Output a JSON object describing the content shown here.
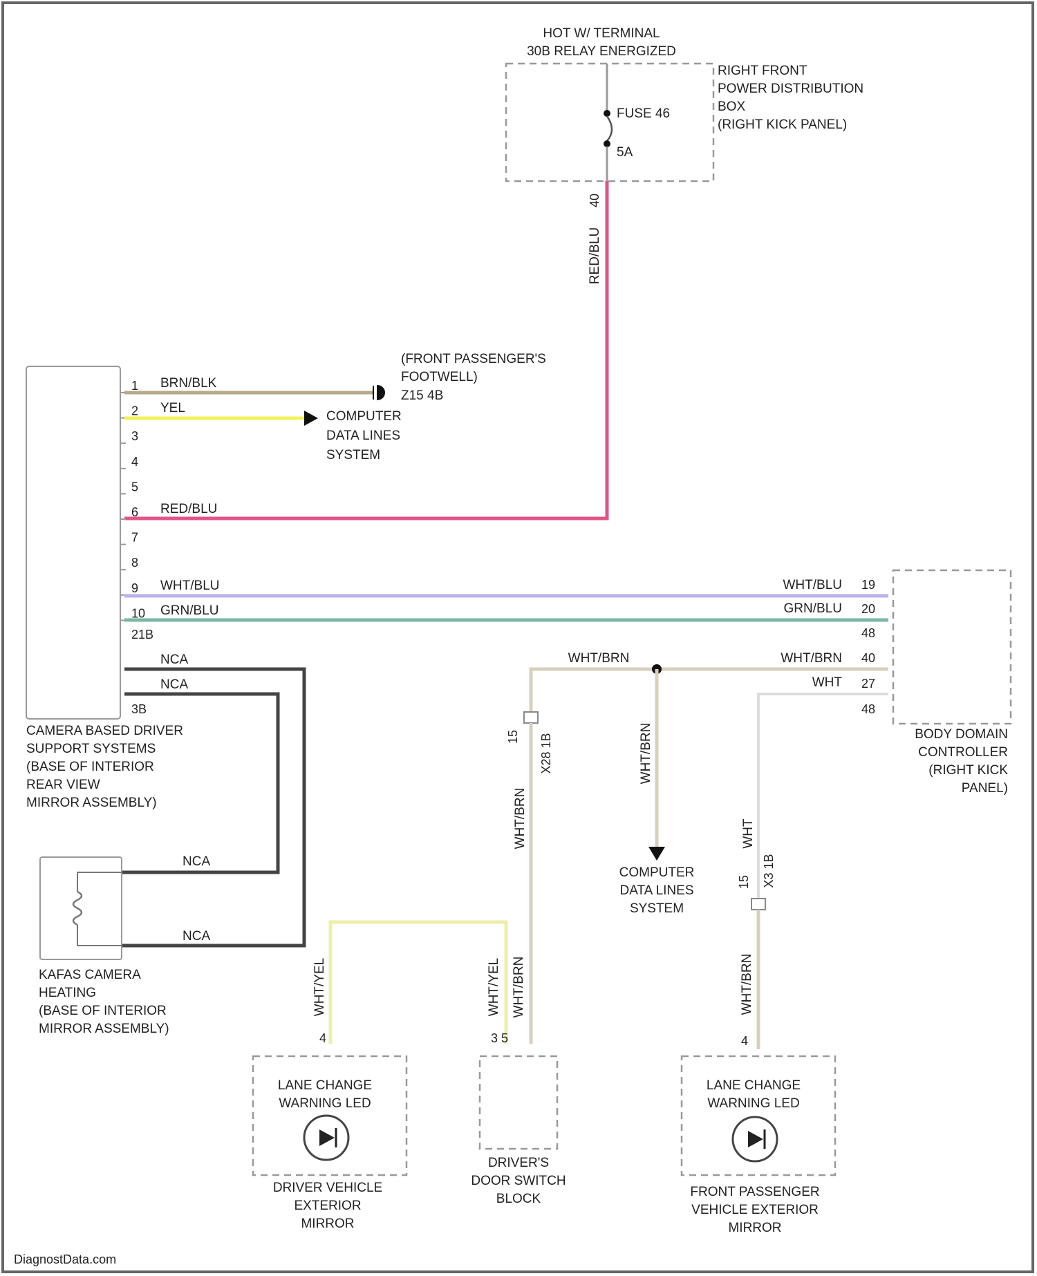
{
  "power_source": {
    "title_line1": "HOT W/ TERMINAL",
    "title_line2": "30B RELAY ENERGIZED",
    "box_line1": "RIGHT FRONT",
    "box_line2": "POWER DISTRIBUTION",
    "box_line3": "BOX",
    "box_line4": "(RIGHT KICK PANEL)",
    "fuse_label": "FUSE 46",
    "fuse_rating": "5A",
    "output_pin": "40",
    "wire_color": "RED/BLU"
  },
  "camera_module": {
    "line1": "CAMERA BASED DRIVER",
    "line2": "SUPPORT SYSTEMS",
    "line3": "(BASE OF INTERIOR",
    "line4": "REAR VIEW",
    "line5": "MIRROR ASSEMBLY)",
    "pins": [
      "1",
      "2",
      "3",
      "4",
      "5",
      "6",
      "7",
      "8",
      "9",
      "10"
    ],
    "pin_21b": "21B",
    "pin_3b": "3B",
    "wire_1": "BRN/BLK",
    "wire_2": "YEL",
    "wire_6": "RED/BLU",
    "wire_9": "WHT/BLU",
    "wire_10": "GRN/BLU",
    "nca_1": "NCA",
    "nca_2": "NCA"
  },
  "ground": {
    "line1": "(FRONT PASSENGER'S",
    "line2": "FOOTWELL)",
    "line3": "Z15 4B"
  },
  "data_lines_1": {
    "line1": "COMPUTER",
    "line2": "DATA LINES",
    "line3": "SYSTEM"
  },
  "data_lines_2": {
    "line1": "COMPUTER",
    "line2": "DATA LINES",
    "line3": "SYSTEM"
  },
  "bdc": {
    "line1": "BODY DOMAIN",
    "line2": "CONTROLLER",
    "line3": "(RIGHT KICK",
    "line4": "PANEL)",
    "pin_19": "19",
    "pin_20": "20",
    "pin_48a": "48",
    "pin_40": "40",
    "pin_27": "27",
    "pin_48b": "48",
    "wire_wht_blu": "WHT/BLU",
    "wire_grn_blu": "GRN/BLU",
    "wire_wht_brn": "WHT/BRN",
    "wire_wht": "WHT"
  },
  "splice": {
    "wire_top": "WHT/BRN",
    "wire_down": "WHT/BRN"
  },
  "heater": {
    "line1": "KAFAS CAMERA",
    "line2": "HEATING",
    "line3": "(BASE OF INTERIOR",
    "line4": "MIRROR ASSEMBLY)",
    "nca_top": "NCA",
    "nca_bottom": "NCA"
  },
  "connector_left": {
    "pin": "15",
    "id": "X28 1B",
    "wire": "WHT/BRN"
  },
  "connector_right": {
    "pin": "15",
    "id": "X3 1B",
    "wire_top": "WHT",
    "wire_bottom": "WHT/BRN"
  },
  "driver_mirror": {
    "inner_line1": "LANE CHANGE",
    "inner_line2": "WARNING LED",
    "caption1": "DRIVER VEHICLE",
    "caption2": "EXTERIOR",
    "caption3": "MIRROR",
    "pin": "4",
    "wire": "WHT/YEL"
  },
  "door_switch": {
    "line1": "DRIVER'S",
    "line2": "DOOR SWITCH",
    "line3": "BLOCK",
    "pins": "3  5",
    "wire_left": "WHT/YEL",
    "wire_right": "WHT/BRN"
  },
  "passenger_mirror": {
    "inner_line1": "LANE CHANGE",
    "inner_line2": "WARNING LED",
    "caption1": "FRONT PASSENGER",
    "caption2": "VEHICLE EXTERIOR",
    "caption3": "MIRROR",
    "pin": "4",
    "wire": "WHT/BRN"
  },
  "watermark": "DiagnostData.com",
  "colors": {
    "brn_blk": "#b9a98a",
    "yel": "#f2f25a",
    "red_blu": "#e0548a",
    "wht_blu": "#b9b2ea",
    "grn_blu": "#78b7a3",
    "nca": "#444444",
    "wht_brn": "#d9d0bc",
    "wht_yel": "#eeeea8",
    "wht": "#dddddd"
  }
}
